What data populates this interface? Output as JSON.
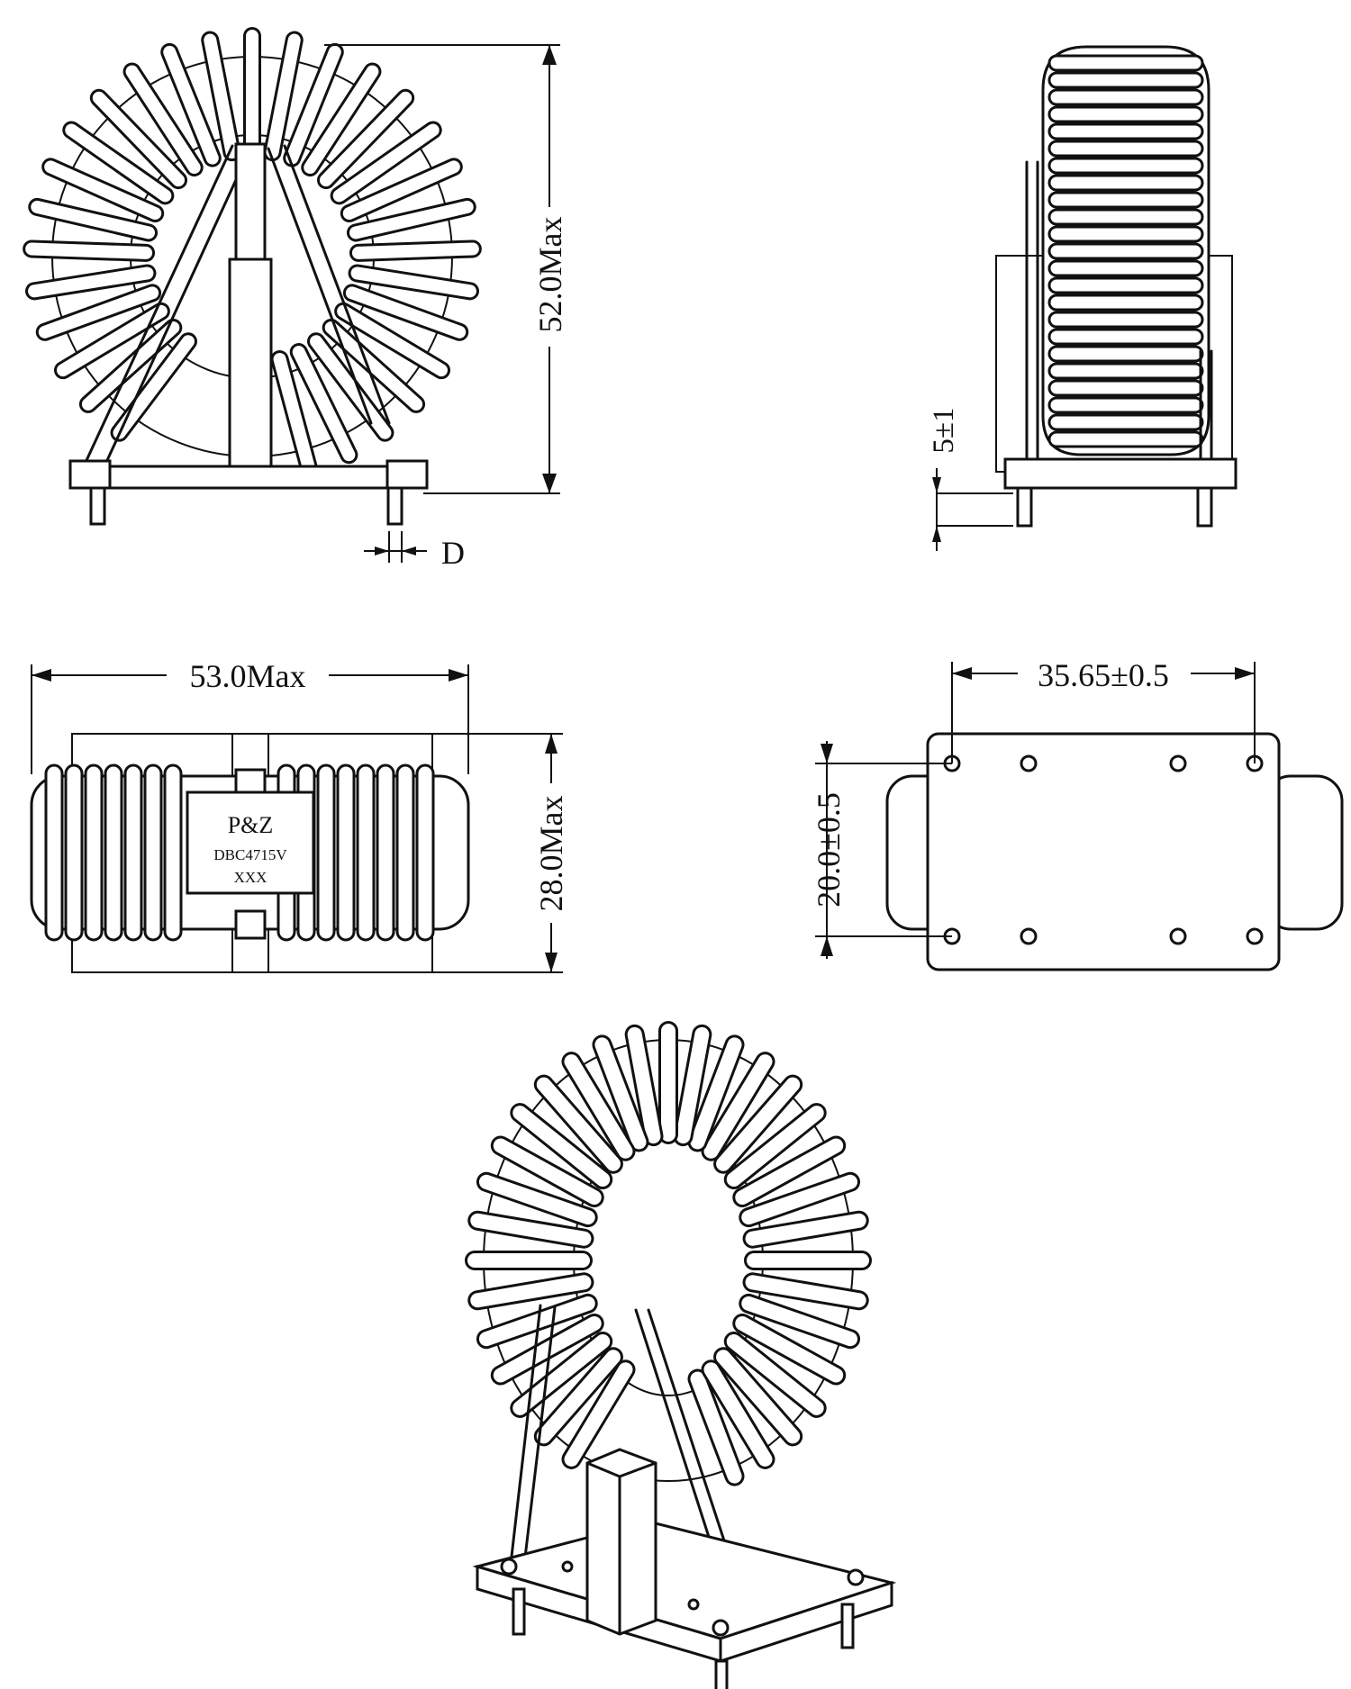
{
  "front_view": {
    "height_dim": "52.0Max",
    "pin_dim": "D"
  },
  "side_view": {
    "pin_length_dim": "5±1"
  },
  "top_view": {
    "width_dim": "53.0Max",
    "depth_dim": "28.0Max",
    "label": {
      "brand": "P&Z",
      "part_number": "DBC4715V",
      "code": "XXX"
    }
  },
  "footprint_view": {
    "pin_spacing_x": "35.65±0.5",
    "pin_spacing_y": "20.0±0.5"
  },
  "isometric_view": {},
  "colors": {
    "line": "#111111",
    "background": "#ffffff"
  }
}
